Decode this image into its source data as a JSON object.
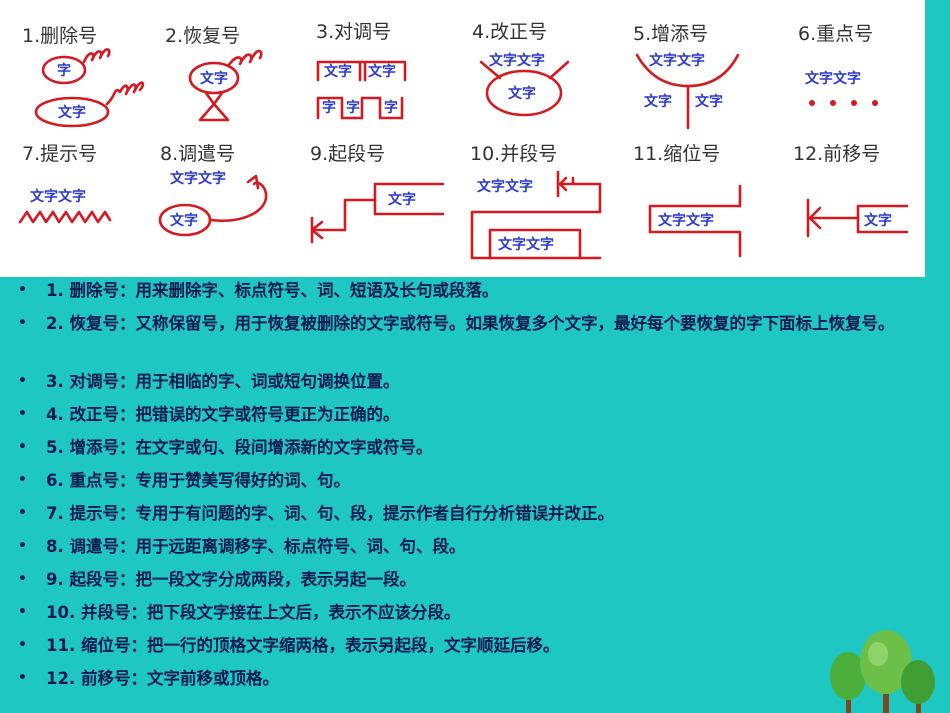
{
  "figure": {
    "labels": [
      "1.删除号",
      "2.恢复号",
      "3.对调号",
      "4.改正号",
      "5.增添号",
      "6.重点号",
      "7.提示号",
      "8.调遣号",
      "9.起段号",
      "10.并段号",
      "11.缩位号",
      "12.前移号"
    ],
    "word": "文字",
    "word_pair": "文字文字",
    "char": "字",
    "mark_color": "#d6181f",
    "text_color": "#2a3ad0"
  },
  "items": [
    "1. 删除号：用来删除字、标点符号、词、短语及长句或段落。",
    "2. 恢复号：又称保留号，用于恢复被删除的文字或符号。如果恢复多个文字，最好每个要恢复的字下面标上恢复号。",
    "3. 对调号：用于相临的字、词或短句调换位置。",
    "4. 改正号：把错误的文字或符号更正为正确的。",
    "5. 增添号：在文字或句、段间增添新的文字或符号。",
    "6. 重点号：专用于赞美写得好的词、句。",
    "7. 提示号：专用于有问题的字、词、句、段，提示作者自行分析错误并改正。",
    "8. 调遣号：用于远距离调移字、标点符号、词、句、段。",
    "9. 起段号：把一段文字分成两段，表示另起一段。",
    "10. 并段号：把下段文字接在上文后，表示不应该分段。",
    "11. 缩位号：把一行的顶格文字缩两格，表示另起段，文字顺延后移。",
    "12. 前移号：文字前移或顶格。"
  ],
  "bullet": "•",
  "background_color": "#1ec7c2"
}
